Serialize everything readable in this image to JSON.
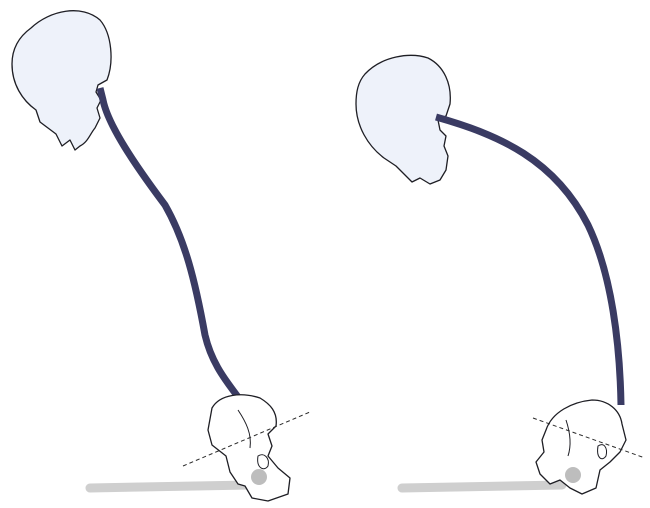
{
  "figure": {
    "colors": {
      "background": "#ffffff",
      "skull_fill": "#eef2fa",
      "bone_outline": "#1e1e24",
      "spine": "#3a3b63",
      "femur": "#cfcfcf",
      "femoral_head": "#bdbdbd",
      "reference_line": "#2a2a2a"
    },
    "panels": [
      {
        "id": "left",
        "posture": "upright-s-curve"
      },
      {
        "id": "right",
        "posture": "forward-c-curve"
      }
    ]
  }
}
